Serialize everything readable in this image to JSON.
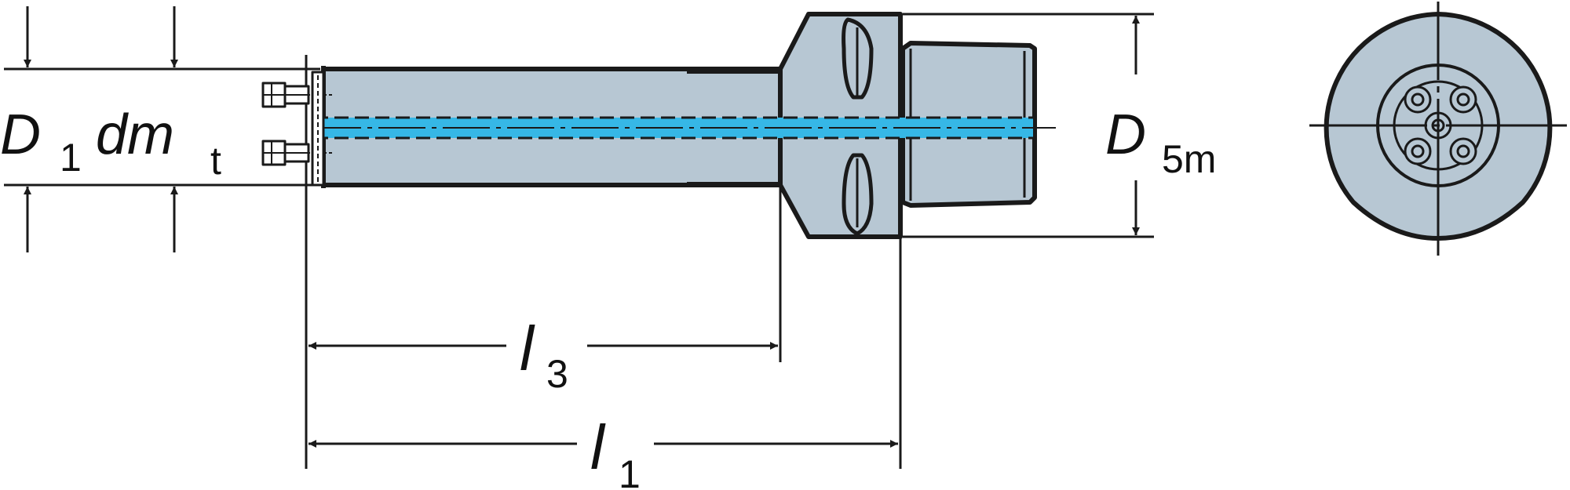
{
  "colors": {
    "body": "#b7c7d3",
    "coolant": "#36b7e6",
    "line": "#1a1a1a",
    "background": "#ffffff"
  },
  "labels": {
    "d1": {
      "main": "D",
      "sub": "1"
    },
    "dmt": {
      "main": "dm",
      "sub": "t"
    },
    "d5m": {
      "main": "D",
      "sub": "5m"
    },
    "l3": {
      "main": "l",
      "sub": "3"
    },
    "l1": {
      "main": "l",
      "sub": "1"
    }
  }
}
